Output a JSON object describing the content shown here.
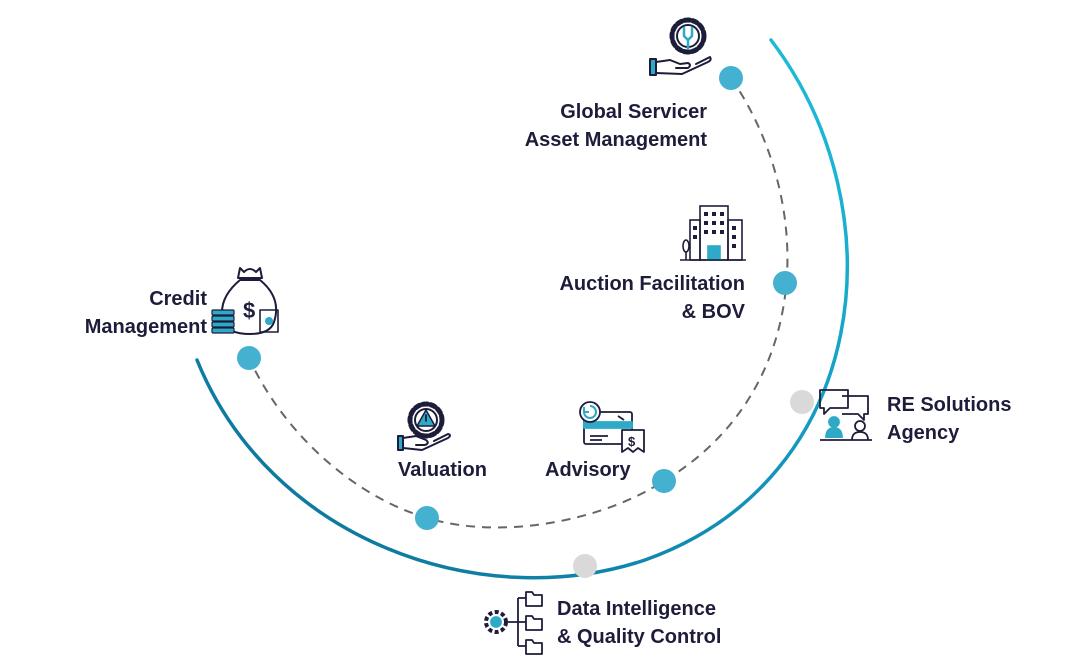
{
  "colors": {
    "text": "#1d1d3b",
    "icon_dark": "#1d1d3b",
    "icon_accent": "#2eaac8",
    "outer_arc": "#1ab5d2",
    "dashed_arc": "#666666",
    "node_teal": "#43b1cf",
    "node_gray": "#d9d9d9"
  },
  "items": {
    "global_servicer": {
      "line1": "Global Servicer",
      "line2": "Asset Management",
      "icon": "gear-hand-icon"
    },
    "auction": {
      "line1": "Auction Facilitation",
      "line2": "& BOV",
      "icon": "building-icon"
    },
    "re_solutions": {
      "line1": "RE Solutions",
      "line2": "Agency",
      "icon": "people-chat-icon"
    },
    "credit": {
      "line1": "Credit",
      "line2": "Management",
      "icon": "money-bag-icon"
    },
    "valuation": {
      "line1": "Valuation",
      "icon": "gear-warning-hand-icon"
    },
    "advisory": {
      "line1": "Advisory",
      "icon": "card-check-icon"
    },
    "data_intelligence": {
      "line1": "Data Intelligence",
      "line2": "& Quality Control",
      "icon": "gear-folders-icon"
    }
  }
}
